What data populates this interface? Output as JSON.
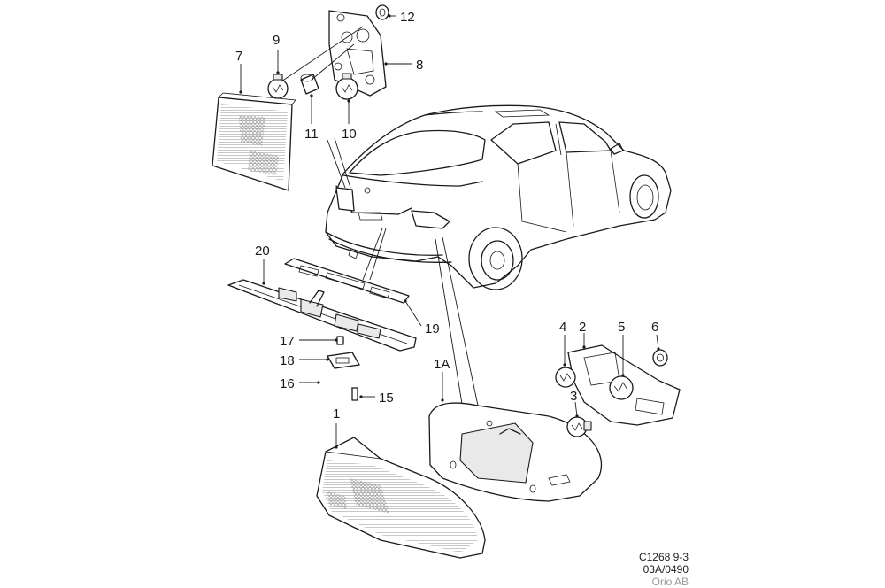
{
  "callouts": {
    "c1": "1",
    "c1a": "1A",
    "c2": "2",
    "c3": "3",
    "c4": "4",
    "c5": "5",
    "c6": "6",
    "c7": "7",
    "c8": "8",
    "c9": "9",
    "c10": "10",
    "c11": "11",
    "c12": "12",
    "c15": "15",
    "c16": "16",
    "c17": "17",
    "c18": "18",
    "c19": "19",
    "c20": "20"
  },
  "caption": {
    "line1": "C1268 9-3",
    "line2": "03A/0490",
    "line3": "Orio AB"
  }
}
